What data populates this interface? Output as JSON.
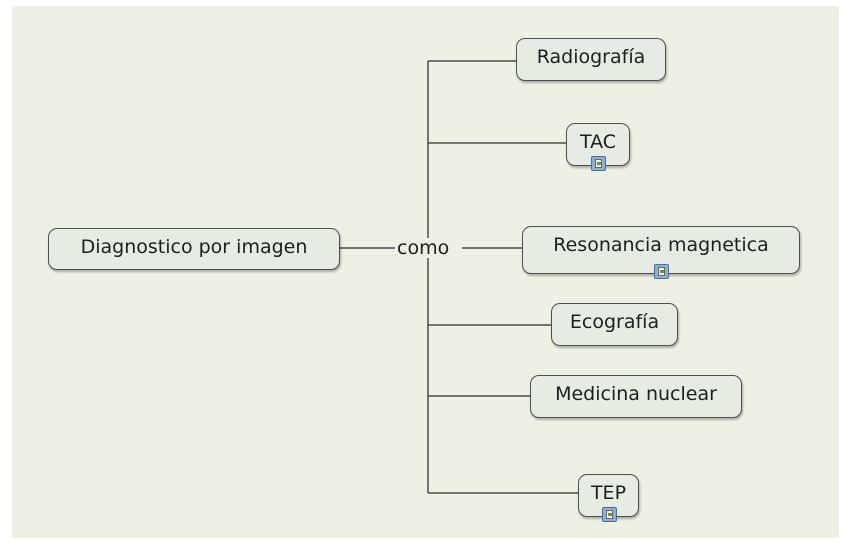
{
  "map": {
    "root": {
      "label": "Diagnostico por imagen"
    },
    "linking_phrase": "como",
    "branches": [
      {
        "label": "Radiografía",
        "has_resource_icon": false
      },
      {
        "label": "TAC",
        "has_resource_icon": true,
        "icon": "attached-resource-icon"
      },
      {
        "label": "Resonancia magnetica",
        "has_resource_icon": true,
        "icon": "attached-resource-icon"
      },
      {
        "label": "Ecografía",
        "has_resource_icon": false
      },
      {
        "label": "Medicina nuclear",
        "has_resource_icon": false
      },
      {
        "label": "TEP",
        "has_resource_icon": true,
        "icon": "attached-resource-icon"
      }
    ]
  },
  "colors": {
    "canvas": "#ecf1e4",
    "node_fill": "#e6ece1",
    "node_border": "#4f4f4f",
    "connector": "#4a4a4a",
    "icon_fill": "#8cb0d8"
  }
}
